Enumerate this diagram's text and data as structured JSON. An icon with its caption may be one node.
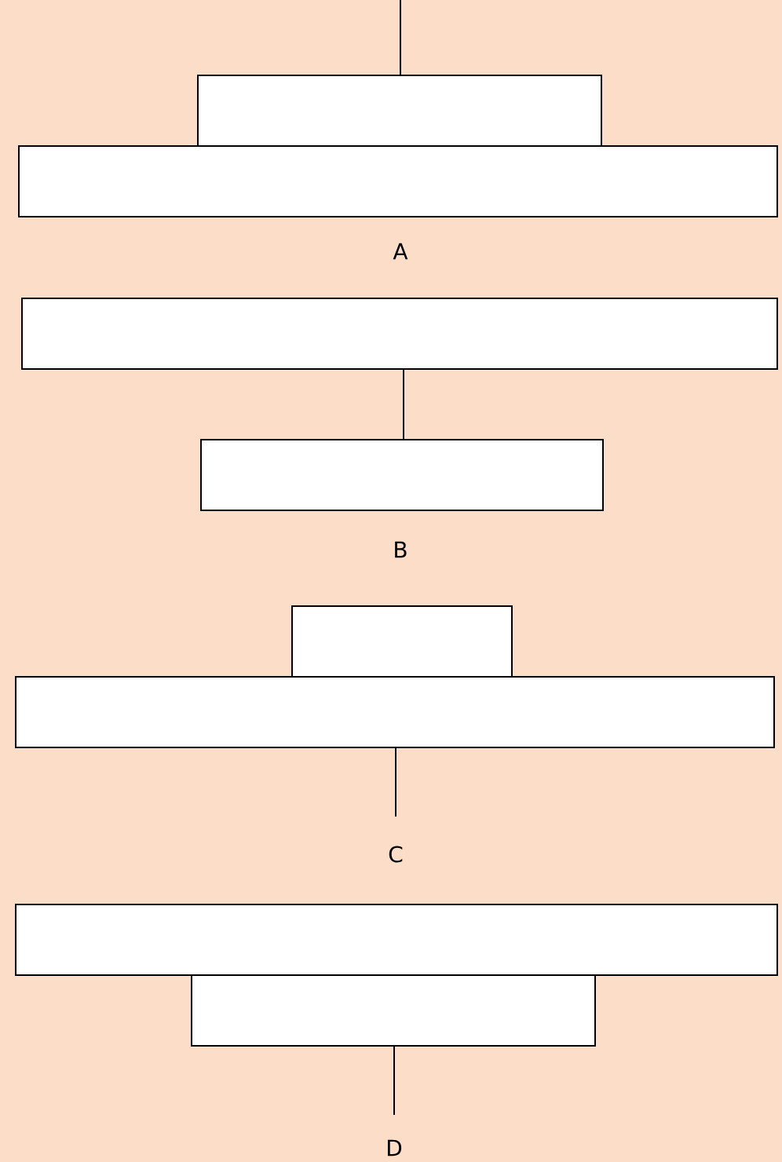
{
  "diagram": {
    "nodes": [
      {
        "text": [],
        "shape": "box"
      },
      {
        "text": [],
        "shape": "box"
      },
      {
        "text": [],
        "shape": "box"
      },
      {
        "text": [],
        "shape": "box"
      },
      {
        "text": [],
        "shape": "box"
      },
      {
        "text": [],
        "shape": "box"
      },
      {
        "text": [],
        "shape": "box"
      },
      {
        "text": [],
        "shape": "box"
      }
    ],
    "edges": [
      {
        "from": null,
        "to": 0,
        "arrow": "none"
      },
      {
        "from": 2,
        "to": 3,
        "arrow": "none"
      },
      {
        "from": 5,
        "to": null,
        "arrow": "none"
      },
      {
        "from": 7,
        "to": null,
        "arrow": "none"
      }
    ],
    "labels": [
      "A",
      "B",
      "C",
      "D"
    ]
  }
}
